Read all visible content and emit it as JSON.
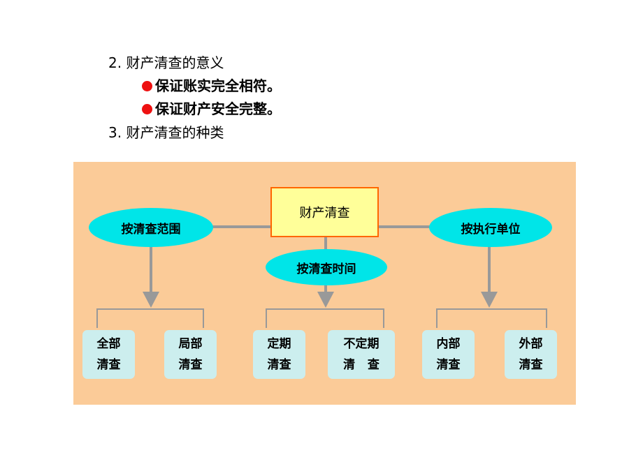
{
  "intro": {
    "line1": "2. 财产清查的意义",
    "bullet1": "保证账实完全相符。",
    "bullet2": "保证财产安全完整。",
    "line2": "3. 财产清查的种类"
  },
  "diagram": {
    "root": "财产清查",
    "branches": [
      {
        "label": "按清查范围",
        "leaves": [
          {
            "line1": "全部",
            "line2": "清查"
          },
          {
            "line1": "局部",
            "line2": "清查"
          }
        ]
      },
      {
        "label": "按清查时间",
        "leaves": [
          {
            "line1": "定期",
            "line2": "清查"
          },
          {
            "line1": "不定期",
            "line2": "清   查"
          }
        ]
      },
      {
        "label": "按执行单位",
        "leaves": [
          {
            "line1": "内部",
            "line2": "清查"
          },
          {
            "line1": "外部",
            "line2": "清查"
          }
        ]
      }
    ]
  },
  "colors": {
    "panel": "#fbcb98",
    "root_fill": "#ffff99",
    "root_border": "#ff6600",
    "ellipse": "#00e5e8",
    "leaf": "#cceeee",
    "connector": "#999999",
    "bullet": "#ee1111"
  }
}
